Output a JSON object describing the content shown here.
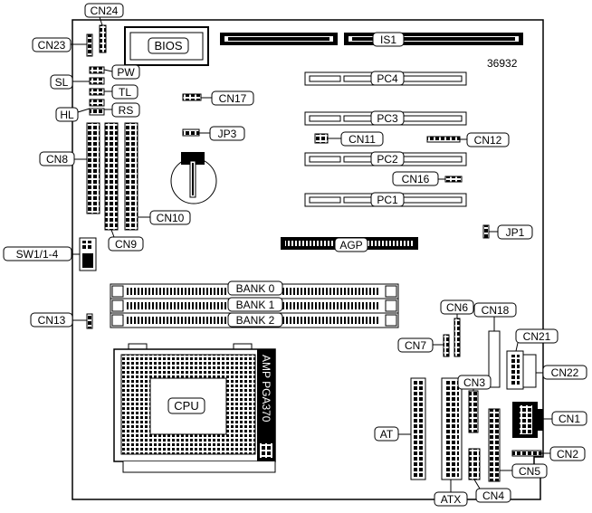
{
  "board_number": "36932",
  "labels": {
    "cn24": "CN24",
    "cn23": "CN23",
    "bios": "BIOS",
    "is1": "IS1",
    "pw": "PW",
    "sl": "SL",
    "tl": "TL",
    "hl": "HL",
    "rs": "RS",
    "cn17": "CN17",
    "jp3": "JP3",
    "cn8": "CN8",
    "cn10": "CN10",
    "cn9": "CN9",
    "pc4": "PC4",
    "pc3": "PC3",
    "cn11": "CN11",
    "cn12": "CN12",
    "pc2": "PC2",
    "cn16": "CN16",
    "pc1": "PC1",
    "jp1": "JP1",
    "agp": "AGP",
    "sw1": "SW1/1-4",
    "bank0": "BANK 0",
    "bank1": "BANK 1",
    "bank2": "BANK 2",
    "cn13": "CN13",
    "cn6": "CN6",
    "cn18": "CN18",
    "cn7": "CN7",
    "cn21": "CN21",
    "cn22": "CN22",
    "cn3": "CN3",
    "cpu": "CPU",
    "amp": "AMP PGA370",
    "cn1": "CN1",
    "at": "AT",
    "cn2": "CN2",
    "cn5": "CN5",
    "atx": "ATX",
    "cn4": "CN4"
  }
}
